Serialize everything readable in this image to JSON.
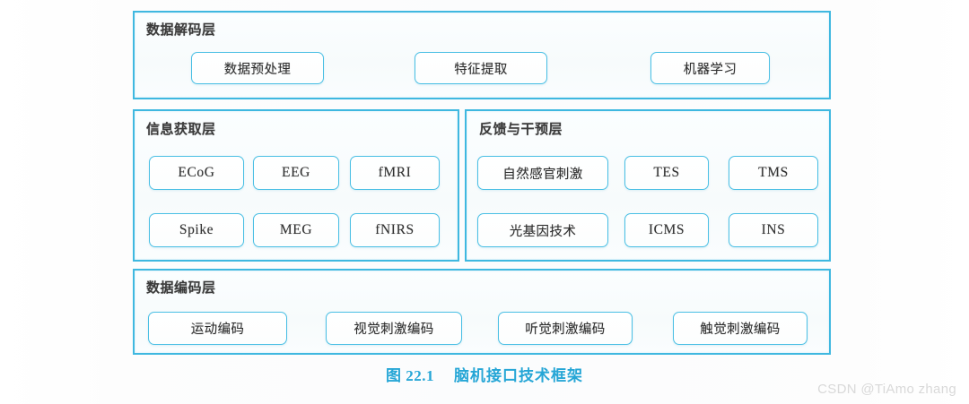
{
  "figure": {
    "caption_number": "图 22.1",
    "caption_title": "脑机接口技术框架",
    "caption_color": "#26a6d6",
    "panel_border_color": "#3fb8e0",
    "node_border_color": "#49bfe4"
  },
  "panels": [
    {
      "id": "data-decoding-layer",
      "title": "数据解码层",
      "nodes": [
        {
          "label": "数据预处理",
          "script": "han"
        },
        {
          "label": "特征提取",
          "script": "han"
        },
        {
          "label": "机器学习",
          "script": "han"
        }
      ]
    },
    {
      "id": "information-acquisition-layer",
      "title": "信息获取层",
      "nodes": [
        {
          "label": "ECoG",
          "script": "latin"
        },
        {
          "label": "EEG",
          "script": "latin"
        },
        {
          "label": "fMRI",
          "script": "latin"
        },
        {
          "label": "Spike",
          "script": "latin"
        },
        {
          "label": "MEG",
          "script": "latin"
        },
        {
          "label": "fNIRS",
          "script": "latin"
        }
      ]
    },
    {
      "id": "feedback-and-intervention-layer",
      "title": "反馈与干预层",
      "nodes": [
        {
          "label": "自然感官刺激",
          "script": "han"
        },
        {
          "label": "TES",
          "script": "latin"
        },
        {
          "label": "TMS",
          "script": "latin"
        },
        {
          "label": "光基因技术",
          "script": "han"
        },
        {
          "label": "ICMS",
          "script": "latin"
        },
        {
          "label": "INS",
          "script": "latin"
        }
      ]
    },
    {
      "id": "data-encoding-layer",
      "title": "数据编码层",
      "nodes": [
        {
          "label": "运动编码",
          "script": "han"
        },
        {
          "label": "视觉刺激编码",
          "script": "han"
        },
        {
          "label": "听觉刺激编码",
          "script": "han"
        },
        {
          "label": "触觉刺激编码",
          "script": "han"
        }
      ]
    }
  ],
  "watermark": "CSDN @TiAmo zhang"
}
